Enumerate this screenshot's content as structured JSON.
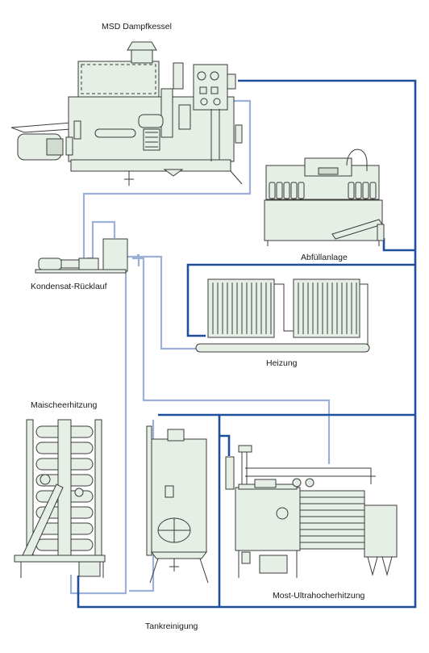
{
  "labels": {
    "steam_boiler": "MSD Dampfkessel",
    "bottling": "Abfüllanlage",
    "condensate_return": "Kondensat-Rücklauf",
    "heating": "Heizung",
    "mash_heating": "Maischeerhitzung",
    "must_uht": "Most-Ultrahocherhitzung",
    "tank_cleaning": "Tankreinigung"
  },
  "colors": {
    "supply_pipe": "#1d4f9a",
    "return_pipe": "#9bb1d9",
    "equipment_fill": "#e6efe6",
    "equipment_stroke": "#3b3b3b"
  }
}
